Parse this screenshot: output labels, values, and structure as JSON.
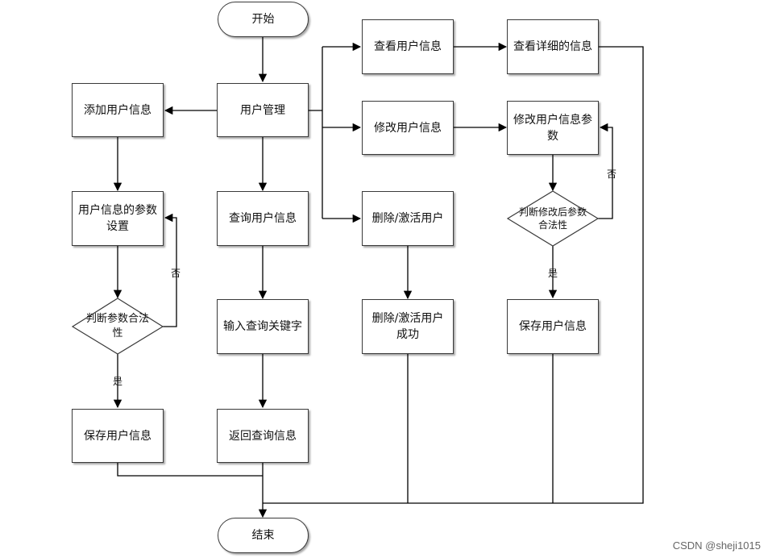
{
  "nodes": {
    "start": "开始",
    "user_mgmt": "用户管理",
    "add_user": "添加用户信息",
    "param_settings": "用户信息的参数设置",
    "check_params": "判断参数合法性",
    "save_left": "保存用户信息",
    "query_user": "查询用户信息",
    "input_keyword": "输入查询关键字",
    "return_query": "返回查询信息",
    "view_user": "查看用户信息",
    "view_detail": "查看详细的信息",
    "modify_user": "修改用户信息",
    "modify_params": "修改用户信息参数",
    "check_modified": "判断修改后参数合法性",
    "save_right": "保存用户信息",
    "delete_activate": "删除/激活用户",
    "delete_success": "删除/激活用户成功",
    "end": "结束"
  },
  "edge_labels": {
    "no_left": "否",
    "yes_left": "是",
    "no_right": "否",
    "yes_right": "是"
  },
  "watermark": "CSDN @sheji1015"
}
